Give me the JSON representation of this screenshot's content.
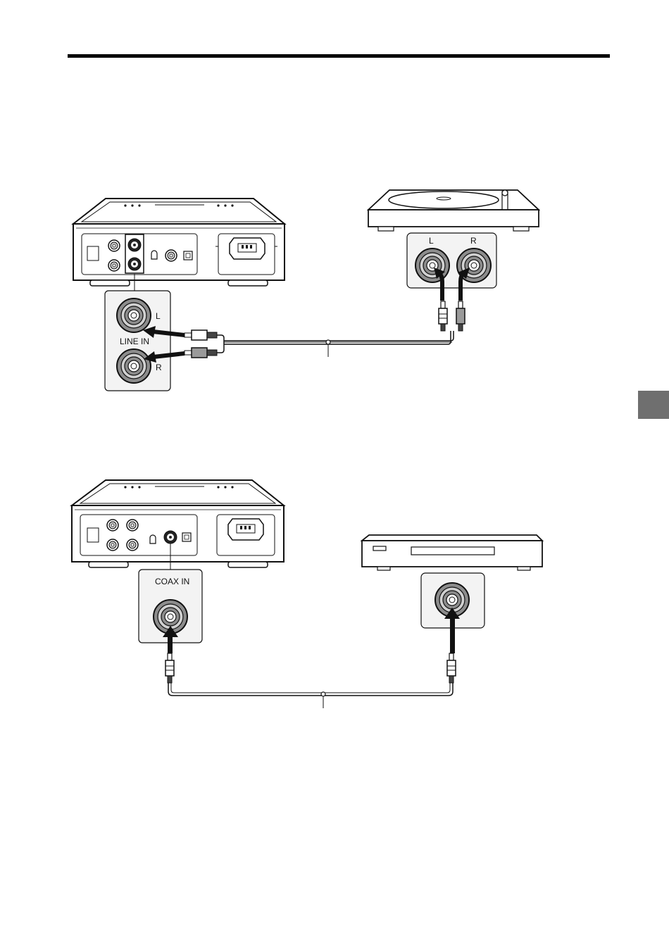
{
  "diagram1": {
    "jack_label_left": "L",
    "jack_label_right": "R",
    "input_name": "LINE IN",
    "turntable_label_left": "L",
    "turntable_label_right": "R"
  },
  "diagram2": {
    "input_name": "COAX IN"
  },
  "colors": {
    "ink": "#1a1a1a",
    "tab": "#6f6f6f",
    "panel": "#f3f3f3",
    "jack_grey": "#9a9a9a"
  }
}
